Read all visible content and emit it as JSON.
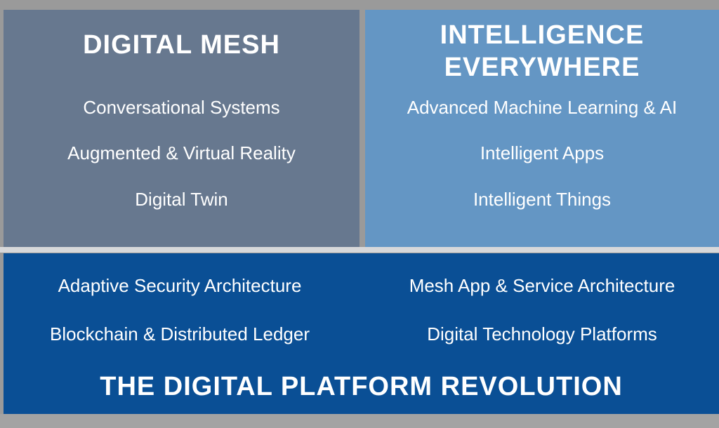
{
  "digital_mesh": {
    "title": "DIGITAL MESH",
    "items": [
      "Conversational Systems",
      "Augmented & Virtual Reality",
      "Digital Twin"
    ]
  },
  "intelligence_everywhere": {
    "title_line1": "INTELLIGENCE",
    "title_line2": "EVERYWHERE",
    "items": [
      "Advanced Machine Learning & AI",
      "Intelligent Apps",
      "Intelligent Things"
    ]
  },
  "digital_platform": {
    "left_items": [
      "Adaptive Security Architecture",
      "Blockchain & Distributed Ledger"
    ],
    "right_items": [
      "Mesh App & Service Architecture",
      "Digital Technology Platforms"
    ],
    "title": "THE DIGITAL PLATFORM REVOLUTION"
  },
  "colors": {
    "digital_mesh_bg": "#67788f",
    "intelligence_bg": "#6496c4",
    "platform_bg": "#0a4f95",
    "text": "#ffffff"
  }
}
